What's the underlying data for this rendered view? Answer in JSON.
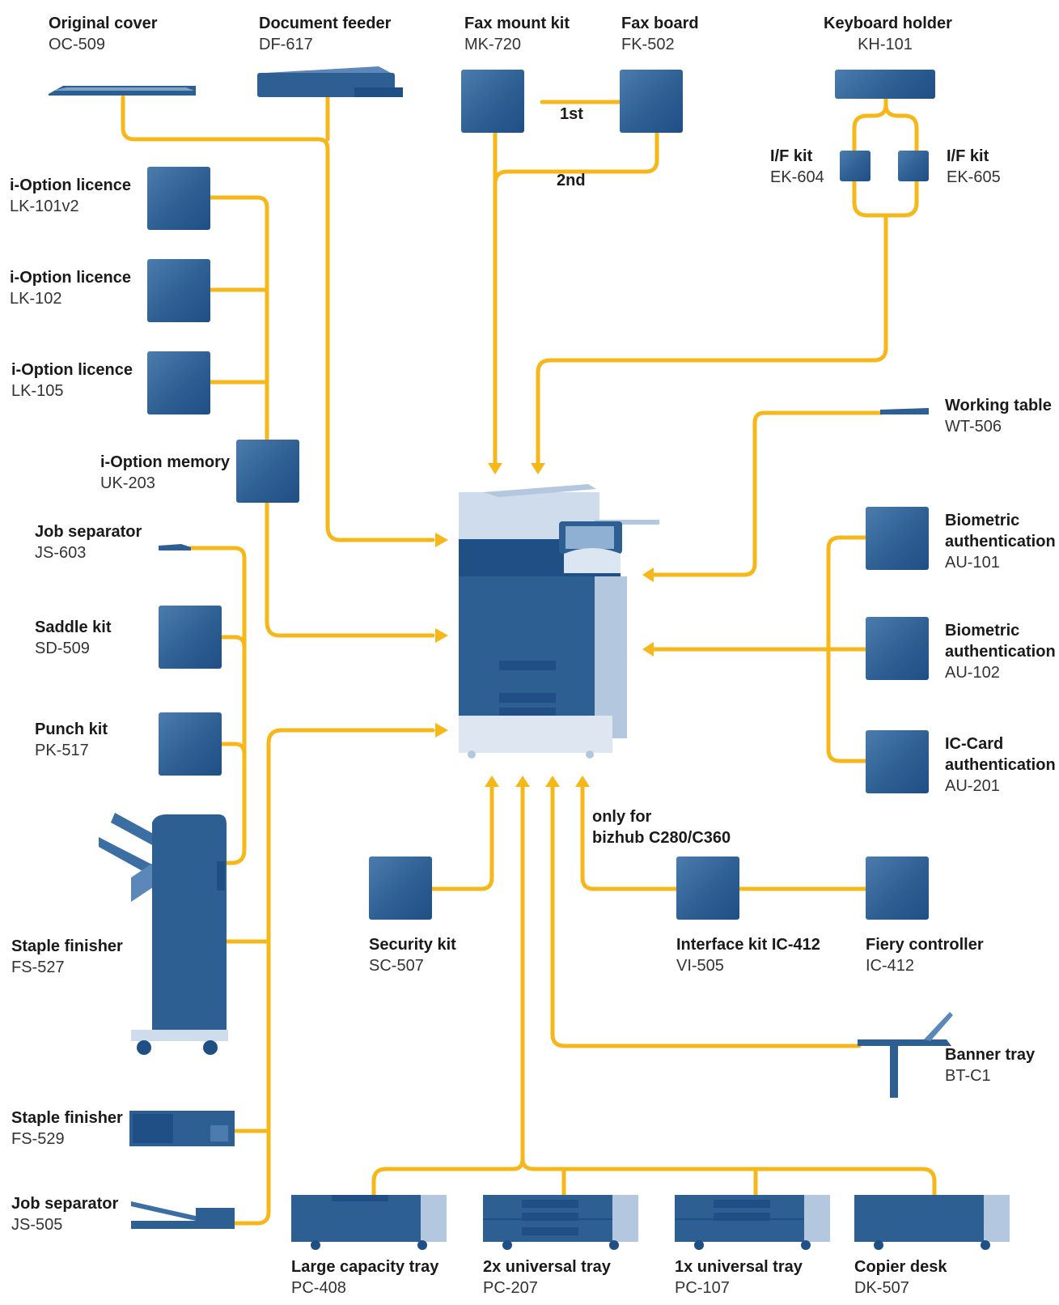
{
  "colors": {
    "connector": "#f5b719",
    "unit": "#2e5f93",
    "unit_light": "#5b88b8",
    "machine_light": "#cfdcec"
  },
  "labels": {
    "original_cover": {
      "title": "Original cover",
      "code": "OC-509"
    },
    "document_feeder": {
      "title": "Document feeder",
      "code": "DF-617"
    },
    "fax_mount_kit": {
      "title": "Fax mount kit",
      "code": "MK-720"
    },
    "fax_board": {
      "title": "Fax board",
      "code": "FK-502"
    },
    "keyboard_holder": {
      "title": "Keyboard holder",
      "code": "KH-101"
    },
    "if_kit_604": {
      "title": "I/F kit",
      "code": "EK-604"
    },
    "if_kit_605": {
      "title": "I/F kit",
      "code": "EK-605"
    },
    "fax_1st": "1st",
    "fax_2nd": "2nd",
    "ioption_lk101": {
      "title": "i-Option licence",
      "code": "LK-101v2"
    },
    "ioption_lk102": {
      "title": "i-Option licence",
      "code": "LK-102"
    },
    "ioption_lk105": {
      "title": "i-Option licence",
      "code": "LK-105"
    },
    "ioption_memory": {
      "title": "i-Option memory",
      "code": "UK-203"
    },
    "job_separator_603": {
      "title": "Job separator",
      "code": "JS-603"
    },
    "saddle_kit": {
      "title": "Saddle kit",
      "code": "SD-509"
    },
    "punch_kit": {
      "title": "Punch kit",
      "code": "PK-517"
    },
    "staple_finisher_527": {
      "title": "Staple finisher",
      "code": "FS-527"
    },
    "staple_finisher_529": {
      "title": "Staple finisher",
      "code": "FS-529"
    },
    "job_separator_505": {
      "title": "Job separator",
      "code": "JS-505"
    },
    "working_table": {
      "title": "Working table",
      "code": "WT-506"
    },
    "biometric_101": {
      "title1": "Biometric",
      "title2": "authentication",
      "code": "AU-101"
    },
    "biometric_102": {
      "title1": "Biometric",
      "title2": "authentication",
      "code": "AU-102"
    },
    "ic_card": {
      "title1": "IC-Card",
      "title2": "authentication",
      "code": "AU-201"
    },
    "only_for": {
      "line1": "only for",
      "line2": "bizhub C280/C360"
    },
    "security_kit": {
      "title": "Security kit",
      "code": "SC-507"
    },
    "interface_kit": {
      "title": "Interface kit IC-412",
      "code": "VI-505"
    },
    "fiery": {
      "title": "Fiery controller",
      "code": "IC-412"
    },
    "banner_tray": {
      "title": "Banner tray",
      "code": "BT-C1"
    },
    "large_capacity_tray": {
      "title": "Large capacity tray",
      "code": "PC-408"
    },
    "universal_2x": {
      "title": "2x universal tray",
      "code": "PC-207"
    },
    "universal_1x": {
      "title": "1x universal tray",
      "code": "PC-107"
    },
    "copier_desk": {
      "title": "Copier desk",
      "code": "DK-507"
    }
  }
}
